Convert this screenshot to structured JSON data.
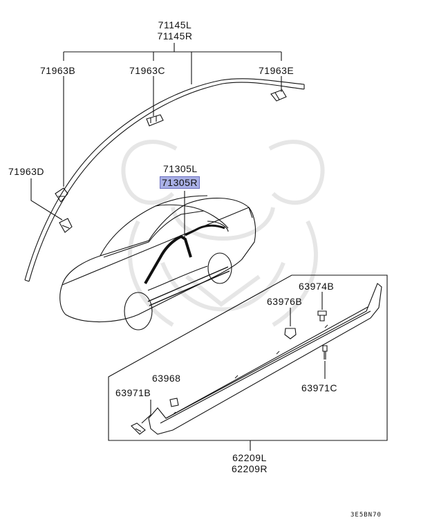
{
  "labels": {
    "p71145": [
      "71145L",
      "71145R"
    ],
    "p71963b": "71963B",
    "p71963c": "71963C",
    "p71963e": "71963E",
    "p71963d": "71963D",
    "p71305l": "71305L",
    "p71305r": "71305R",
    "p63974b": "63974B",
    "p63976b": "63976B",
    "p63968": "63968",
    "p63971b": "63971B",
    "p63971c": "63971C",
    "p62209": [
      "62209L",
      "62209R"
    ]
  },
  "code": "3E5BN70",
  "colors": {
    "highlight": "#a9b0e6",
    "line": "#111111",
    "watermark": "#e6e6e6"
  }
}
